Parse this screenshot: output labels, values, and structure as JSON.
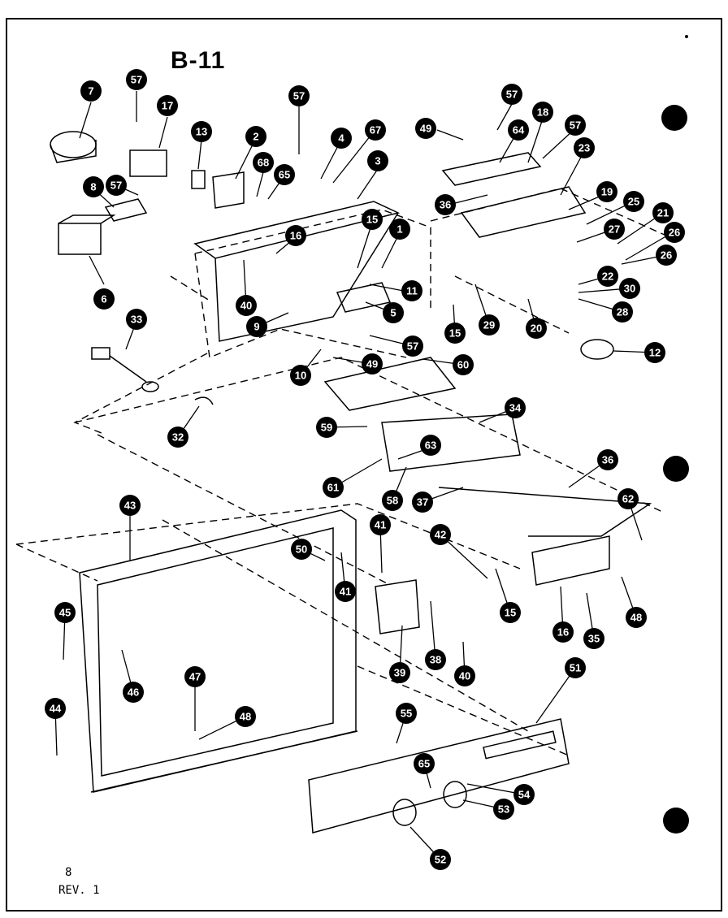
{
  "page": {
    "title": "B-11",
    "page_number": "8",
    "revision": "REV. 1"
  },
  "callouts": [
    "7",
    "57",
    "17",
    "13",
    "2",
    "68",
    "65",
    "57",
    "4",
    "67",
    "3",
    "49",
    "57",
    "64",
    "18",
    "57",
    "23",
    "8",
    "57",
    "6",
    "16",
    "15",
    "1",
    "36",
    "19",
    "25",
    "21",
    "27",
    "26",
    "26",
    "22",
    "30",
    "28",
    "11",
    "5",
    "40",
    "9",
    "57",
    "15",
    "29",
    "20",
    "12",
    "33",
    "10",
    "49",
    "60",
    "32",
    "59",
    "34",
    "63",
    "61",
    "58",
    "37",
    "36",
    "62",
    "43",
    "41",
    "42",
    "50",
    "41",
    "15",
    "45",
    "16",
    "35",
    "48",
    "46",
    "39",
    "38",
    "40",
    "47",
    "48",
    "51",
    "44",
    "55",
    "65",
    "54",
    "53",
    "52"
  ],
  "colors": {
    "ink": "#000000",
    "paper": "#ffffff"
  }
}
